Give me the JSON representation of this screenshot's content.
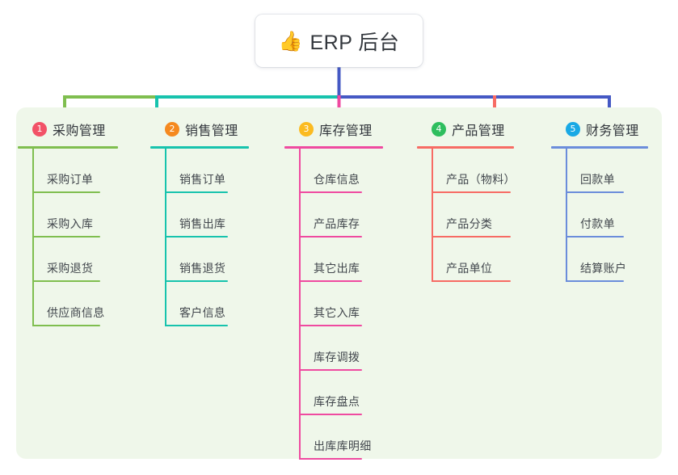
{
  "root": {
    "icon": "thumbs-up-icon",
    "icon_glyph": "👍",
    "title": "ERP 后台"
  },
  "palette": {
    "panel_background": "#eff7ea",
    "page_background": "#ffffff",
    "root_stem": "#4559c4",
    "text": "#3b4045"
  },
  "columns": [
    {
      "number": "1",
      "title": "采购管理",
      "badge_color": "#f25267",
      "line_color": "#7fbe4f",
      "items": [
        {
          "label": "采购订单"
        },
        {
          "label": "采购入库"
        },
        {
          "label": "采购退货"
        },
        {
          "label": "供应商信息"
        }
      ]
    },
    {
      "number": "2",
      "title": "销售管理",
      "badge_color": "#f5891f",
      "line_color": "#17c3ad",
      "items": [
        {
          "label": "销售订单"
        },
        {
          "label": "销售出库"
        },
        {
          "label": "销售退货"
        },
        {
          "label": "客户信息"
        }
      ]
    },
    {
      "number": "3",
      "title": "库存管理",
      "badge_color": "#fbbb21",
      "line_color": "#ef4aa0",
      "items": [
        {
          "label": "仓库信息"
        },
        {
          "label": "产品库存"
        },
        {
          "label": "其它出库"
        },
        {
          "label": "其它入库"
        },
        {
          "label": "库存调拨"
        },
        {
          "label": "库存盘点"
        },
        {
          "label": "出库库明细"
        }
      ]
    },
    {
      "number": "4",
      "title": "产品管理",
      "badge_color": "#2ebe5e",
      "line_color": "#f76b64",
      "items": [
        {
          "label": "产品（物料）"
        },
        {
          "label": "产品分类"
        },
        {
          "label": "产品单位"
        }
      ]
    },
    {
      "number": "5",
      "title": "财务管理",
      "badge_color": "#19a9e5",
      "line_color": "#6b8ddb",
      "items": [
        {
          "label": "回款单"
        },
        {
          "label": "付款单"
        },
        {
          "label": "结算账户"
        }
      ]
    }
  ]
}
